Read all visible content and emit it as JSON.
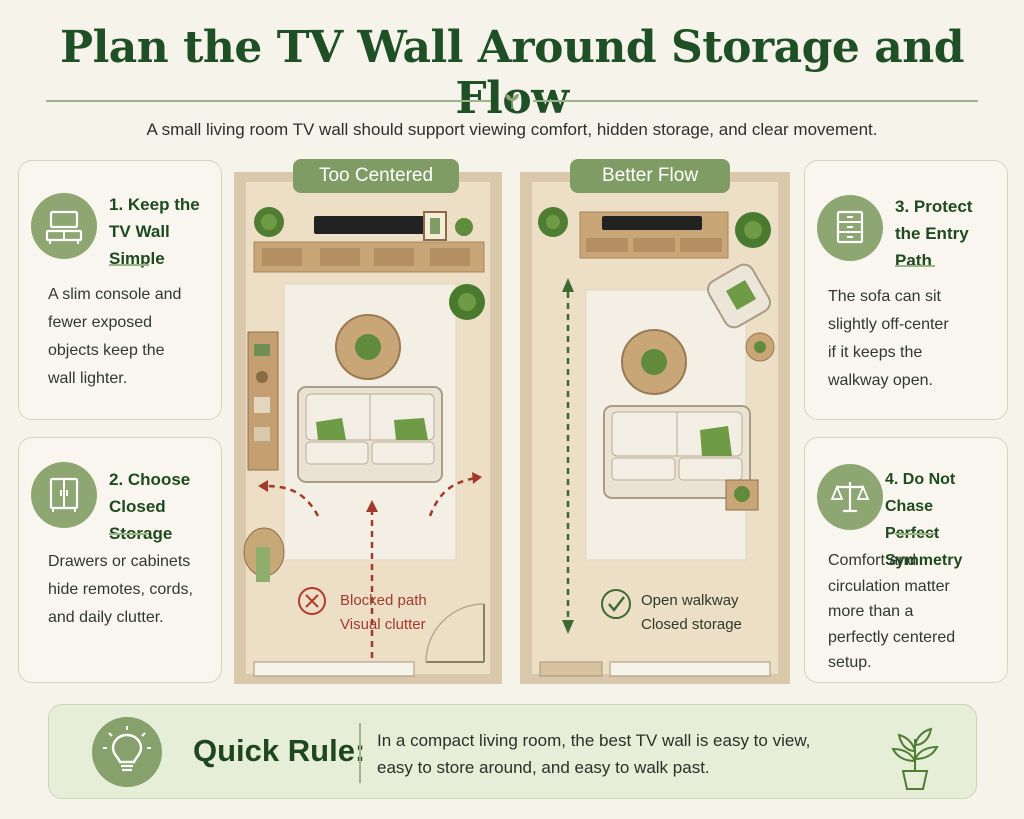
{
  "title": "Plan the TV Wall Around Storage and Flow",
  "subtitle": "A small living room TV wall should support viewing comfort, hidden storage, and clear movement.",
  "colors": {
    "accent": "#7f9c64",
    "dark_green": "#1f4f24",
    "bad": "#b23a2e",
    "good": "#3d6b2f"
  },
  "cards": [
    {
      "heading": [
        "1. Keep the",
        "TV Wall Simple"
      ],
      "body": [
        "A slim console and",
        "fewer exposed",
        "objects keep the",
        "wall lighter."
      ],
      "icon": "tv-console-icon"
    },
    {
      "heading": [
        "2. Choose",
        "Closed Storage"
      ],
      "body": [
        "Drawers or cabinets",
        "hide remotes, cords,",
        "and daily clutter."
      ],
      "icon": "cabinet-icon"
    },
    {
      "heading": [
        "3. Protect",
        "the Entry Path"
      ],
      "body": [
        "The sofa can sit",
        "slightly off-center",
        "if it keeps the",
        "walkway open."
      ],
      "icon": "drawer-icon"
    },
    {
      "heading": [
        "4. Do Not Chase",
        "Perfect Symmetry"
      ],
      "body": [
        "Comfort and",
        "circulation matter",
        "more than a",
        "perfectly centered",
        "setup."
      ],
      "icon": "balance-scale-icon"
    }
  ],
  "rooms": {
    "left": {
      "badge": "Too Centered",
      "notes": [
        "Blocked path",
        "Visual clutter"
      ],
      "status_icon": "x-circle-icon"
    },
    "right": {
      "badge": "Better Flow",
      "notes": [
        "Open walkway",
        "Closed storage"
      ],
      "status_icon": "check-circle-icon"
    }
  },
  "quick_rule": {
    "label": "Quick Rule:",
    "text": [
      "In a compact living room, the best TV wall is easy to view,",
      "easy to store around, and easy to walk past."
    ],
    "icon": "lightbulb-icon"
  }
}
